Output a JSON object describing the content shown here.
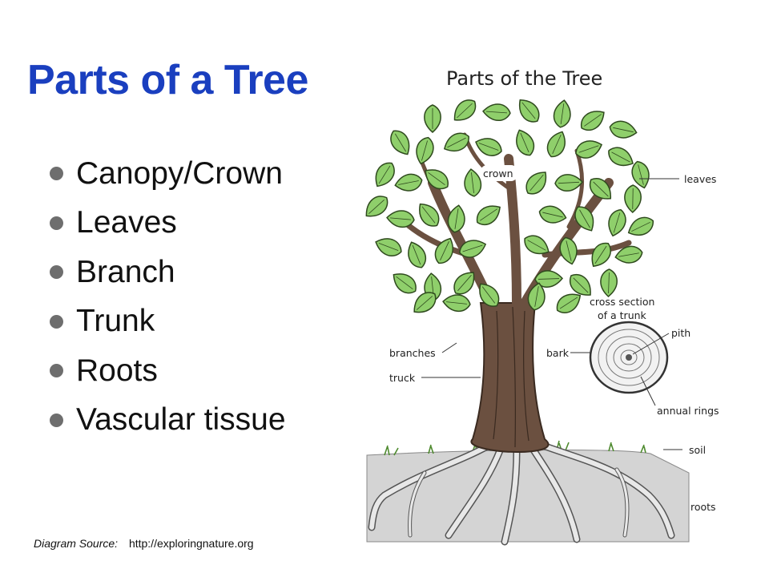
{
  "slide": {
    "title": "Parts of a Tree",
    "bullets": [
      "Canopy/Crown",
      "Leaves",
      "Branch",
      "Trunk",
      "Roots",
      "Vascular tissue"
    ],
    "source_label": "Diagram Source:",
    "source_url": "http://exploringnature.org"
  },
  "diagram": {
    "title": "Parts of the Tree",
    "labels": {
      "crown": "crown",
      "leaves": "leaves",
      "cross_section_line1": "cross section",
      "cross_section_line2": "of a trunk",
      "pith": "pith",
      "bark": "bark",
      "branches": "branches",
      "truck": "truck",
      "annual_rings": "annual rings",
      "soil": "soil",
      "roots": "roots"
    },
    "colors": {
      "title": "#1a3fbf",
      "leaf": "#8fcf6b",
      "leaf_outline": "#2f4a1e",
      "trunk": "#6b5040",
      "soil": "#d4d4d4"
    }
  }
}
